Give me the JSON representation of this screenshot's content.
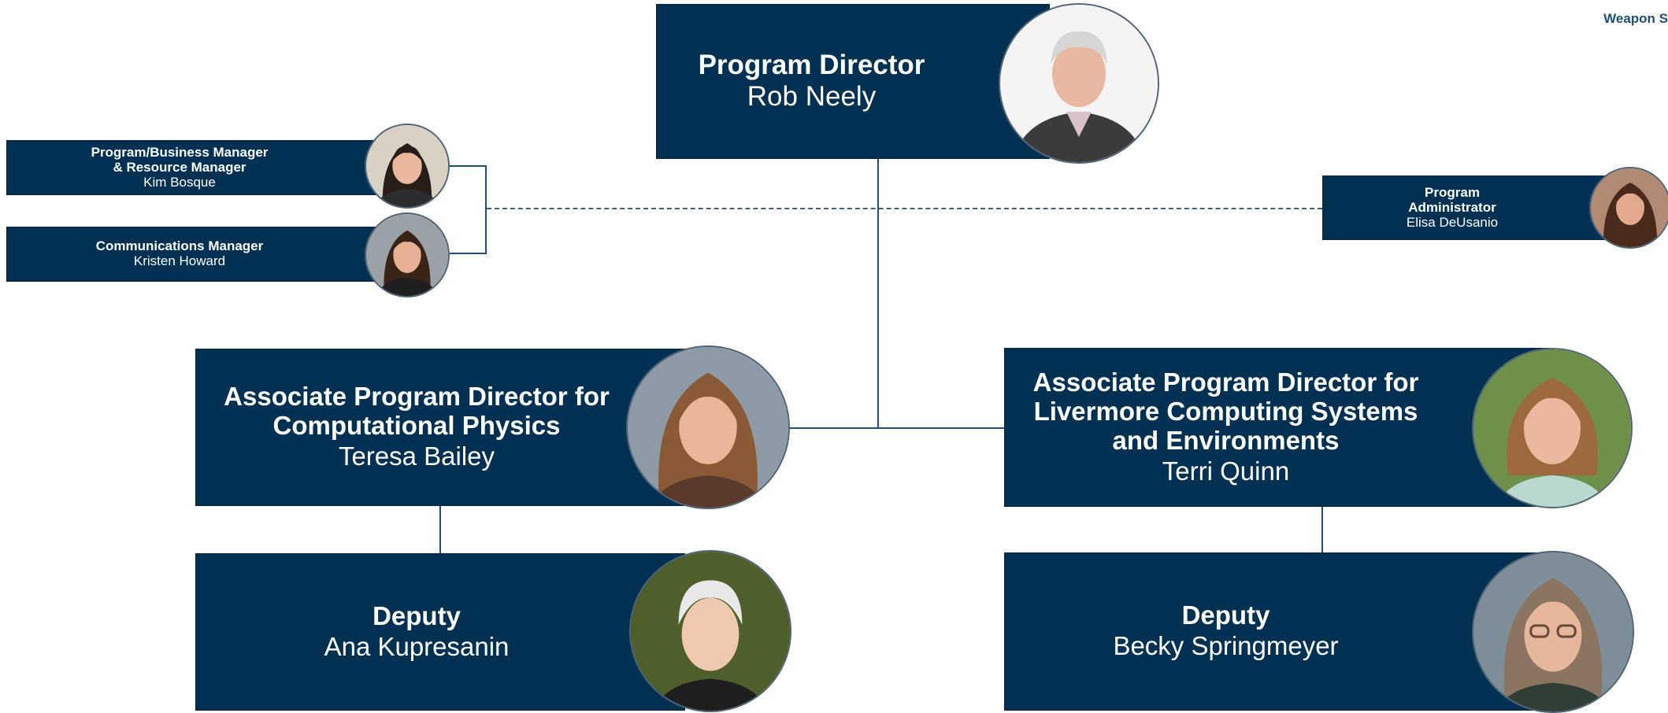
{
  "corner_text": "Weapon S",
  "colors": {
    "box_fill": "#003153",
    "text": "#ffffff",
    "connector": "#1f4e79"
  },
  "roles": {
    "program_director": {
      "title": "Program Director",
      "name": "Rob Neely"
    },
    "business_manager": {
      "title_line1": "Program/Business Manager",
      "title_line2": "& Resource Manager",
      "name": "Kim Bosque"
    },
    "communications_manager": {
      "title": "Communications Manager",
      "name": "Kristen Howard"
    },
    "program_administrator": {
      "title_line1": "Program",
      "title_line2": "Administrator",
      "name": "Elisa DeUsanio"
    },
    "apd_computational_physics": {
      "title_line1": "Associate Program Director for",
      "title_line2": "Computational Physics",
      "name": "Teresa Bailey"
    },
    "apd_livermore_computing": {
      "title_line1": "Associate Program Director for",
      "title_line2": "Livermore Computing Systems",
      "title_line3": "and Environments",
      "name": "Terri Quinn"
    },
    "deputy_computational_physics": {
      "title": "Deputy",
      "name": "Ana Kupresanin"
    },
    "deputy_livermore_computing": {
      "title": "Deputy",
      "name": "Becky Springmeyer"
    }
  }
}
